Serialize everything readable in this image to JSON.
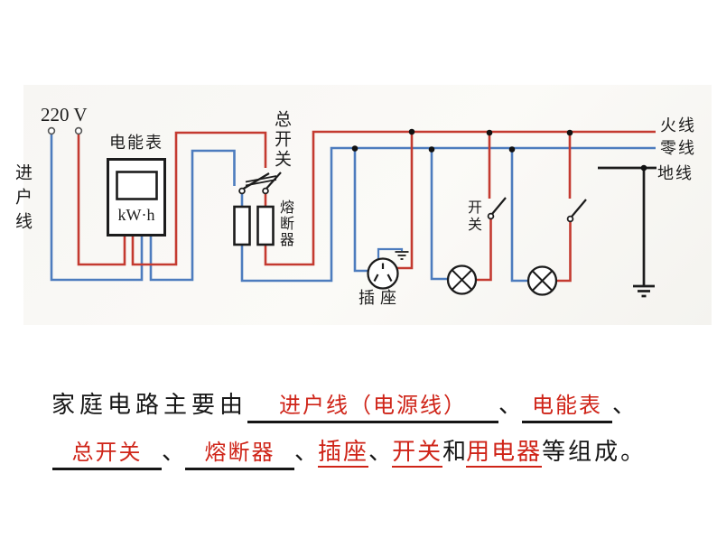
{
  "diagram": {
    "voltage_label": "220 V",
    "labels": {
      "incoming_line": "进户线",
      "energy_meter": "电能表",
      "meter_unit": "kW·h",
      "main_switch": "总开关",
      "fuse": "熔断器",
      "lamp_switch": "开关",
      "socket": "插座",
      "live_wire": "火线",
      "neutral_wire": "零线",
      "ground_wire": "地线"
    },
    "colors": {
      "live": "#c43a30",
      "neutral": "#4d7cbe",
      "ground": "#1c1c1c",
      "dot": "#111111"
    }
  },
  "caption": {
    "prefix": "家庭电路主要由",
    "blank1": "进户线（电源线）",
    "comma": "、",
    "blank2": "电能表",
    "blank3": "总开关",
    "blank4": "熔断器",
    "item_socket": "插座",
    "item_switch": "开关",
    "and": "和",
    "item_appliance": "用电器",
    "suffix": "等组成。"
  }
}
